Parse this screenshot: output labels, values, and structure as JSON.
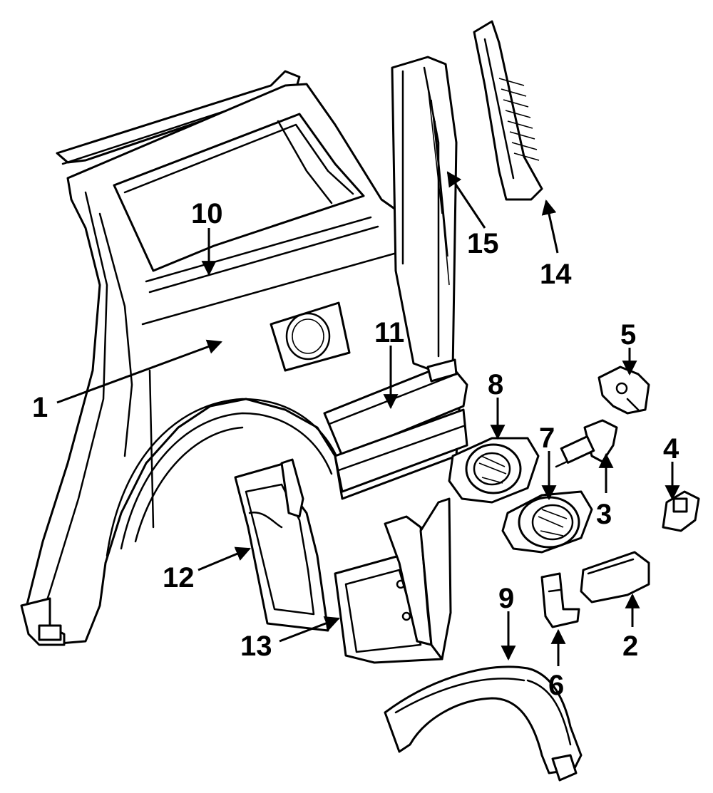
{
  "diagram": {
    "callouts": [
      {
        "id": "1",
        "label": "1"
      },
      {
        "id": "2",
        "label": "2"
      },
      {
        "id": "3",
        "label": "3"
      },
      {
        "id": "4",
        "label": "4"
      },
      {
        "id": "5",
        "label": "5"
      },
      {
        "id": "6",
        "label": "6"
      },
      {
        "id": "7",
        "label": "7"
      },
      {
        "id": "8",
        "label": "8"
      },
      {
        "id": "9",
        "label": "9"
      },
      {
        "id": "10",
        "label": "10"
      },
      {
        "id": "11",
        "label": "11"
      },
      {
        "id": "12",
        "label": "12"
      },
      {
        "id": "13",
        "label": "13"
      },
      {
        "id": "14",
        "label": "14"
      },
      {
        "id": "15",
        "label": "15"
      }
    ],
    "colors": {
      "ink": "#000000",
      "paper": "#ffffff"
    }
  }
}
